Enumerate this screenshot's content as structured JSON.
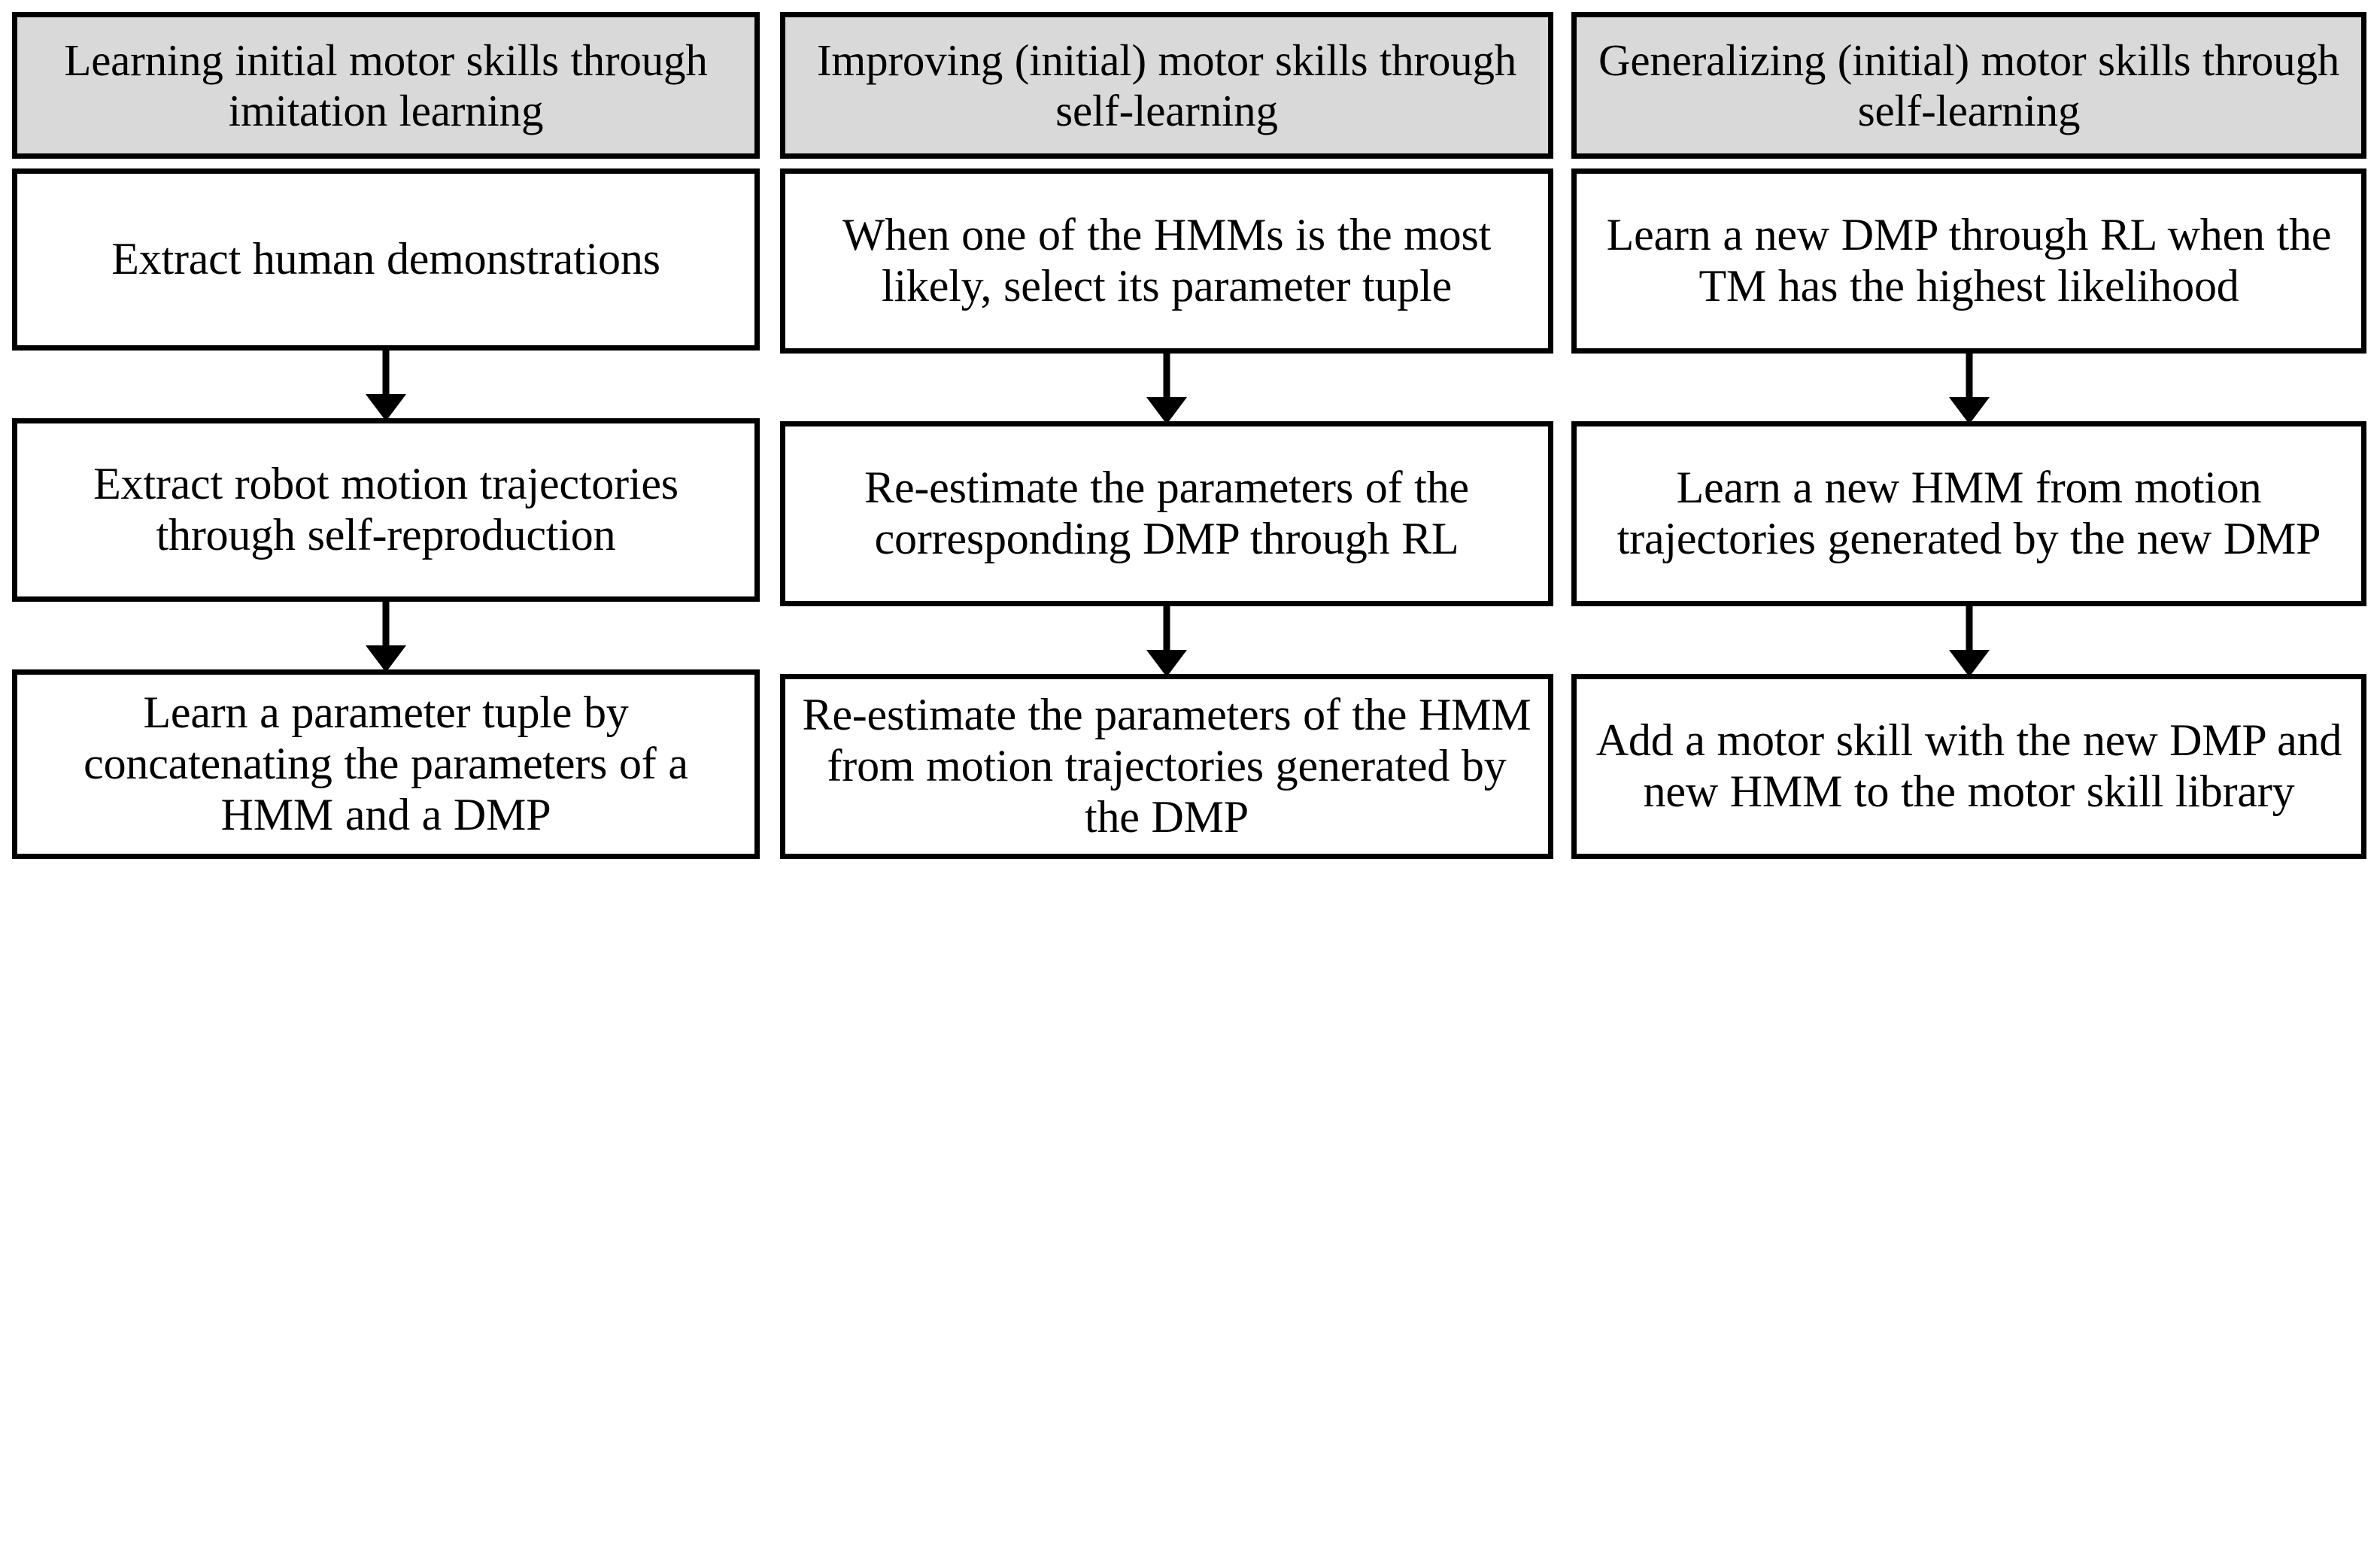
{
  "diagram": {
    "title": "Motor skill learning, improving and generalizing flowchart",
    "colors": {
      "header_fill": "#d9d9d9",
      "box_fill": "#ffffff",
      "border": "#000000",
      "text": "#000000",
      "background": "#ffffff"
    },
    "columns": [
      {
        "header": "Learning initial motor skills through imitation learning",
        "steps": [
          "Extract human demonstrations",
          "Extract robot motion trajectories through self-reproduction",
          "Learn a parameter tuple by concatenating the parameters of a HMM and a DMP"
        ],
        "connectors": [
          "down-arrow",
          "down-arrow"
        ]
      },
      {
        "header": "Improving (initial) motor skills through self-learning",
        "steps": [
          "When one of the HMMs is the most likely, select its parameter tuple",
          "Re-estimate the parameters of the corresponding DMP through RL",
          "Re-estimate the parameters of the HMM from motion trajectories generated by the DMP"
        ],
        "connectors": [
          "down-arrow",
          "down-arrow"
        ]
      },
      {
        "header": "Generalizing (initial) motor skills through self-learning",
        "steps": [
          "Learn a new DMP through RL when the TM has the highest likelihood",
          "Learn a new HMM from motion trajectories generated by the new DMP",
          "Add a motor skill with the new DMP and new HMM to the motor skill library"
        ],
        "connectors": [
          "down-arrow",
          "down-arrow"
        ]
      }
    ]
  }
}
